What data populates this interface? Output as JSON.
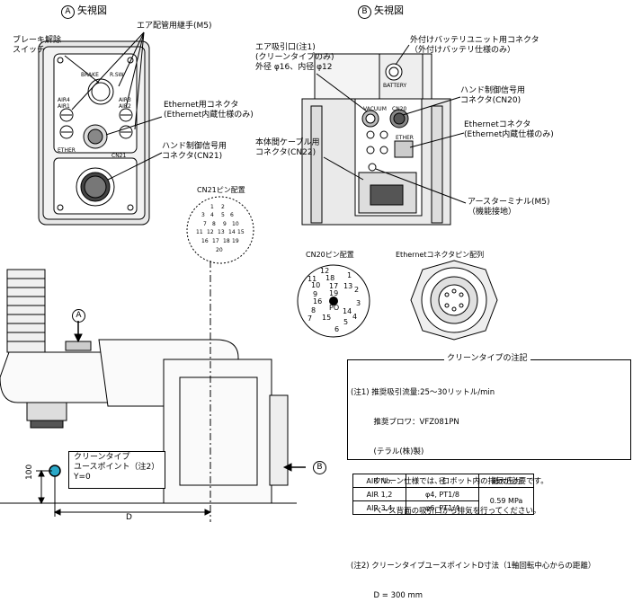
{
  "view_a": {
    "letter": "A",
    "title": "矢視図"
  },
  "view_b": {
    "letter": "B",
    "title": "矢視図"
  },
  "labels": {
    "brake_switch": [
      "ブレーキ解除",
      "スイッチ"
    ],
    "air_fitting": "エア配管用継手(M5)",
    "ethernet_conn_a": [
      "Ethernet用コネクタ",
      "(Ethernet内蔵仕様のみ)"
    ],
    "hand_ctrl_a": [
      "ハンド制御信号用",
      "コネクタ(CN21)"
    ],
    "air_intake": [
      "エア吸引口(注1)",
      "(クリーンタイプのみ)",
      "外径 φ16、内径 φ12"
    ],
    "ext_battery": [
      "外付けバッテリユニット用コネクタ",
      "（外付けバッテリ仕様のみ）"
    ],
    "hand_ctrl_b": [
      "ハンド制御信号用",
      "コネクタ(CN20)"
    ],
    "ethernet_conn_b": [
      "Ethernetコネクタ",
      "(Ethernet内蔵仕様のみ)"
    ],
    "body_cable": [
      "本体間ケーブル用",
      "コネクタ(CN22)"
    ],
    "earth": [
      "アースターミナル(M5)",
      "（機能接地）"
    ],
    "cn21_pin": "CN21ピン配置",
    "cn20_pin": "CN20ピン配置",
    "ethernet_pin": "Ethernetコネクタピン配列",
    "clean_point": [
      "クリーンタイプ",
      "ユースポイント（注2）",
      "Y=0"
    ],
    "dim_100": "100",
    "dim_d": "D"
  },
  "panel_a_text": {
    "brake": "BRAKE",
    "rlsw": "R.SW",
    "air4": "AIR4",
    "air1": "AIR1",
    "air3": "AIR3",
    "air2": "AIR2",
    "ether": "ETHER",
    "cn21": "CN21"
  },
  "panel_b_text": {
    "vacuum": "VACUUM",
    "cn20": "CN20",
    "ether": "ETHER",
    "battery": "BATTERY"
  },
  "cn20_pins": [
    "1",
    "2",
    "3",
    "4",
    "5",
    "6",
    "7",
    "8",
    "9",
    "10",
    "11",
    "12",
    "13",
    "14",
    "15",
    "16",
    "17",
    "18",
    "19",
    "PO"
  ],
  "cn21_pins": [
    "1",
    "2",
    "3",
    "4",
    "5",
    "6",
    "7",
    "8",
    "9",
    "10",
    "11",
    "12",
    "13",
    "14",
    "15",
    "16",
    "17",
    "18",
    "19",
    "20"
  ],
  "notes": {
    "title": "クリーンタイプの注記",
    "lines": [
      "(注1) 推奨吸引流量:25～30リットル/min",
      "　　　推奨ブロワ：VFZ081PN",
      "　　　(テラル(株)製)",
      "　　　クリーン仕様では、ロボット内の排気が必要です。",
      "　　　ベース背面の吸引口から排気を行ってください。",
      "",
      "(注2) クリーンタイプユースポイントD寸法（1軸回転中心からの距離）",
      "　　　D = 300 mm"
    ]
  },
  "air_table": {
    "headers": [
      "AIR No.",
      "径",
      "最大圧力"
    ],
    "rows": [
      [
        "AIR 1,2",
        "φ4, PT1/8",
        "0.59 MPa"
      ],
      [
        "AIR 3,4",
        "φ6, PT1/4",
        ""
      ]
    ]
  }
}
